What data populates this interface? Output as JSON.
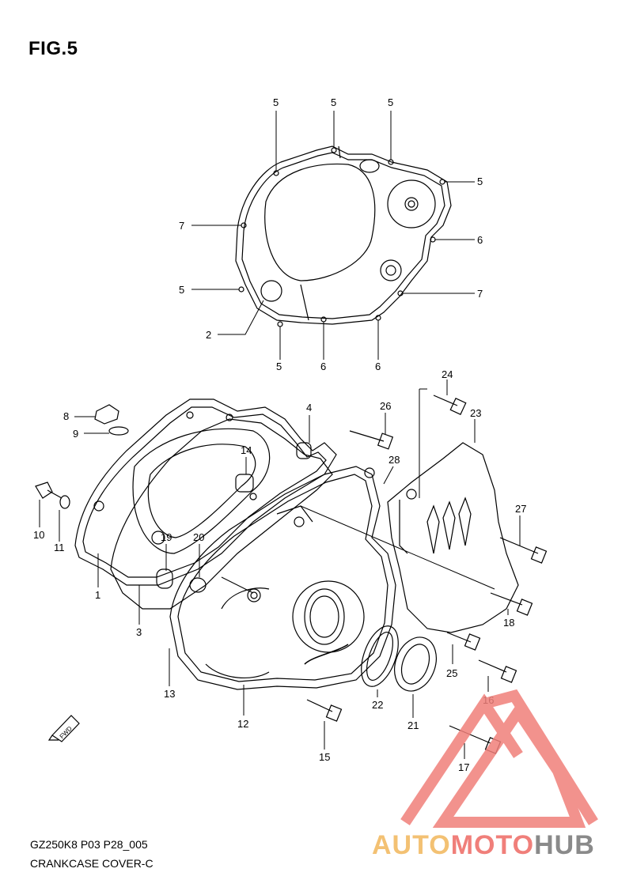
{
  "figure": {
    "title": "FIG.5",
    "model_code": "GZ250K8 P03 P28_005",
    "caption": "CRANKCASE COVER-C"
  },
  "labels": {
    "top_5a": "5",
    "top_5b": "5",
    "top_5c": "5",
    "top_5d": "5",
    "top_7a": "7",
    "top_6a": "6",
    "top_5e": "5",
    "top_7b": "7",
    "top_2": "2",
    "top_5f": "5",
    "top_6b": "6",
    "top_6c": "6",
    "p24": "24",
    "p23": "23",
    "p8": "8",
    "p9": "9",
    "p4": "4",
    "p26": "26",
    "p14": "14",
    "p28": "28",
    "p27": "27",
    "p10": "10",
    "p11": "11",
    "p19": "19",
    "p20": "20",
    "p1": "1",
    "p3": "3",
    "p18": "18",
    "p25": "25",
    "p13": "13",
    "p16": "16",
    "p12": "12",
    "p22": "22",
    "p21": "21",
    "p15": "15",
    "p17": "17"
  },
  "fwd_label": "FWD",
  "watermark": {
    "part1": "AUTO",
    "part2": "MOTO",
    "part3": "HUB",
    "color_auto": "#f3c173",
    "color_moto": "#f07f7a",
    "color_hub": "#8a8a8a",
    "logo_color": "#f07f7a"
  }
}
